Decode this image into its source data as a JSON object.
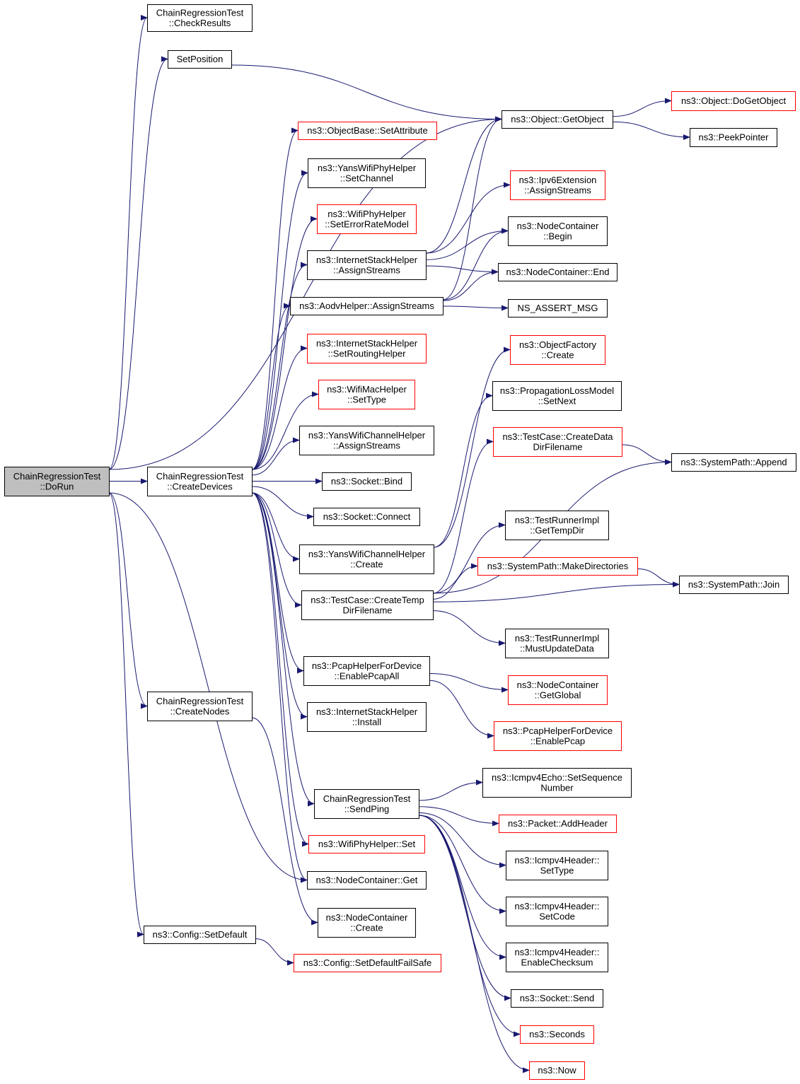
{
  "graph": {
    "edge_color": "#191970",
    "nodes": [
      {
        "id": "dorun",
        "lines": [
          "ChainRegressionTest",
          "::DoRun"
        ],
        "style": "root"
      },
      {
        "id": "checkresults",
        "lines": [
          "ChainRegressionTest",
          "::CheckResults"
        ]
      },
      {
        "id": "setposition",
        "lines": [
          "SetPosition"
        ]
      },
      {
        "id": "createdevices",
        "lines": [
          "ChainRegressionTest",
          "::CreateDevices"
        ]
      },
      {
        "id": "createnodes",
        "lines": [
          "ChainRegressionTest",
          "::CreateNodes"
        ]
      },
      {
        "id": "setdefault",
        "lines": [
          "ns3::Config::SetDefault"
        ]
      },
      {
        "id": "getobject",
        "lines": [
          "ns3::Object::GetObject"
        ]
      },
      {
        "id": "dogetobject",
        "lines": [
          "ns3::Object::DoGetObject"
        ],
        "style": "red"
      },
      {
        "id": "peekpointer",
        "lines": [
          "ns3::PeekPointer"
        ]
      },
      {
        "id": "setattribute",
        "lines": [
          "ns3::ObjectBase::SetAttribute"
        ],
        "style": "red"
      },
      {
        "id": "setchannel",
        "lines": [
          "ns3::YansWifiPhyHelper",
          "::SetChannel"
        ]
      },
      {
        "id": "seterrorratemodel",
        "lines": [
          "ns3::WifiPhyHelper",
          "::SetErrorRateModel"
        ],
        "style": "red"
      },
      {
        "id": "ish_assignstreams",
        "lines": [
          "ns3::InternetStackHelper",
          "::AssignStreams"
        ]
      },
      {
        "id": "aodv_assignstreams",
        "lines": [
          "ns3::AodvHelper::AssignStreams"
        ]
      },
      {
        "id": "setroutinghelper",
        "lines": [
          "ns3::InternetStackHelper",
          "::SetRoutingHelper"
        ],
        "style": "red"
      },
      {
        "id": "wmh_settype",
        "lines": [
          "ns3::WifiMacHelper",
          "::SetType"
        ],
        "style": "red"
      },
      {
        "id": "ywch_assignstreams",
        "lines": [
          "ns3::YansWifiChannelHelper",
          "::AssignStreams"
        ]
      },
      {
        "id": "socket_bind",
        "lines": [
          "ns3::Socket::Bind"
        ]
      },
      {
        "id": "socket_connect",
        "lines": [
          "ns3::Socket::Connect"
        ]
      },
      {
        "id": "ywch_create",
        "lines": [
          "ns3::YansWifiChannelHelper",
          "::Create"
        ]
      },
      {
        "id": "createtempdir",
        "lines": [
          "ns3::TestCase::CreateTemp",
          "DirFilename"
        ]
      },
      {
        "id": "enablepcapall",
        "lines": [
          "ns3::PcapHelperForDevice",
          "::EnablePcapAll"
        ]
      },
      {
        "id": "ish_install",
        "lines": [
          "ns3::InternetStackHelper",
          "::Install"
        ]
      },
      {
        "id": "sendping",
        "lines": [
          "ChainRegressionTest",
          "::SendPing"
        ]
      },
      {
        "id": "wph_set",
        "lines": [
          "ns3::WifiPhyHelper::Set"
        ],
        "style": "red"
      },
      {
        "id": "nc_get",
        "lines": [
          "ns3::NodeContainer::Get"
        ]
      },
      {
        "id": "nc_create",
        "lines": [
          "ns3::NodeContainer",
          "::Create"
        ]
      },
      {
        "id": "setdefaultfailsafe",
        "lines": [
          "ns3::Config::SetDefaultFailSafe"
        ],
        "style": "red"
      },
      {
        "id": "ipv6_assignstreams",
        "lines": [
          "ns3::Ipv6Extension",
          "::AssignStreams"
        ],
        "style": "red"
      },
      {
        "id": "nc_begin",
        "lines": [
          "ns3::NodeContainer",
          "::Begin"
        ]
      },
      {
        "id": "nc_end",
        "lines": [
          "ns3::NodeContainer::End"
        ]
      },
      {
        "id": "ns_assert_msg",
        "lines": [
          "NS_ASSERT_MSG"
        ]
      },
      {
        "id": "objectfactory_create",
        "lines": [
          "ns3::ObjectFactory",
          "::Create"
        ],
        "style": "red"
      },
      {
        "id": "plm_setnext",
        "lines": [
          "ns3::PropagationLossModel",
          "::SetNext"
        ]
      },
      {
        "id": "createdatadir",
        "lines": [
          "ns3::TestCase::CreateData",
          "DirFilename"
        ],
        "style": "red"
      },
      {
        "id": "sp_append",
        "lines": [
          "ns3::SystemPath::Append"
        ]
      },
      {
        "id": "gettempdir",
        "lines": [
          "ns3::TestRunnerImpl",
          "::GetTempDir"
        ]
      },
      {
        "id": "makedirectories",
        "lines": [
          "ns3::SystemPath::MakeDirectories"
        ],
        "style": "red"
      },
      {
        "id": "sp_join",
        "lines": [
          "ns3::SystemPath::Join"
        ]
      },
      {
        "id": "mustupdatedata",
        "lines": [
          "ns3::TestRunnerImpl",
          "::MustUpdateData"
        ]
      },
      {
        "id": "nc_getglobal",
        "lines": [
          "ns3::NodeContainer",
          "::GetGlobal"
        ],
        "style": "red"
      },
      {
        "id": "enablepcap",
        "lines": [
          "ns3::PcapHelperForDevice",
          "::EnablePcap"
        ],
        "style": "red"
      },
      {
        "id": "setsequencenumber",
        "lines": [
          "ns3::Icmpv4Echo::SetSequence",
          "Number"
        ]
      },
      {
        "id": "addheader",
        "lines": [
          "ns3::Packet::AddHeader"
        ],
        "style": "red"
      },
      {
        "id": "icmp_settype",
        "lines": [
          "ns3::Icmpv4Header::",
          "SetType"
        ]
      },
      {
        "id": "icmp_setcode",
        "lines": [
          "ns3::Icmpv4Header::",
          "SetCode"
        ]
      },
      {
        "id": "icmp_enablechecksum",
        "lines": [
          "ns3::Icmpv4Header::",
          "EnableChecksum"
        ]
      },
      {
        "id": "socket_send",
        "lines": [
          "ns3::Socket::Send"
        ]
      },
      {
        "id": "seconds",
        "lines": [
          "ns3::Seconds"
        ],
        "style": "red"
      },
      {
        "id": "now",
        "lines": [
          "ns3::Now"
        ],
        "style": "red"
      }
    ],
    "edges": [
      [
        "dorun",
        "checkresults"
      ],
      [
        "dorun",
        "setposition"
      ],
      [
        "dorun",
        "getobject"
      ],
      [
        "dorun",
        "createdevices"
      ],
      [
        "dorun",
        "createnodes"
      ],
      [
        "dorun",
        "setdefault"
      ],
      [
        "dorun",
        "nc_get"
      ],
      [
        "setposition",
        "getobject"
      ],
      [
        "getobject",
        "dogetobject"
      ],
      [
        "getobject",
        "peekpointer"
      ],
      [
        "createdevices",
        "setattribute"
      ],
      [
        "createdevices",
        "setchannel"
      ],
      [
        "createdevices",
        "seterrorratemodel"
      ],
      [
        "createdevices",
        "ish_assignstreams"
      ],
      [
        "createdevices",
        "aodv_assignstreams"
      ],
      [
        "createdevices",
        "setroutinghelper"
      ],
      [
        "createdevices",
        "wmh_settype"
      ],
      [
        "createdevices",
        "ywch_assignstreams"
      ],
      [
        "createdevices",
        "socket_bind"
      ],
      [
        "createdevices",
        "socket_connect"
      ],
      [
        "createdevices",
        "ywch_create"
      ],
      [
        "createdevices",
        "createtempdir"
      ],
      [
        "createdevices",
        "enablepcapall"
      ],
      [
        "createdevices",
        "ish_install"
      ],
      [
        "createdevices",
        "sendping"
      ],
      [
        "createdevices",
        "wph_set"
      ],
      [
        "createdevices",
        "nc_get"
      ],
      [
        "createnodes",
        "nc_create"
      ],
      [
        "setdefault",
        "setdefaultfailsafe"
      ],
      [
        "ish_assignstreams",
        "getobject"
      ],
      [
        "ish_assignstreams",
        "ipv6_assignstreams"
      ],
      [
        "ish_assignstreams",
        "nc_begin"
      ],
      [
        "ish_assignstreams",
        "nc_end"
      ],
      [
        "aodv_assignstreams",
        "getobject"
      ],
      [
        "aodv_assignstreams",
        "nc_begin"
      ],
      [
        "aodv_assignstreams",
        "nc_end"
      ],
      [
        "aodv_assignstreams",
        "ns_assert_msg"
      ],
      [
        "ywch_create",
        "objectfactory_create"
      ],
      [
        "ywch_create",
        "plm_setnext"
      ],
      [
        "createtempdir",
        "createdatadir"
      ],
      [
        "createtempdir",
        "sp_append"
      ],
      [
        "createtempdir",
        "gettempdir"
      ],
      [
        "createtempdir",
        "makedirectories"
      ],
      [
        "createtempdir",
        "sp_join"
      ],
      [
        "createtempdir",
        "mustupdatedata"
      ],
      [
        "createdatadir",
        "sp_append"
      ],
      [
        "makedirectories",
        "sp_join"
      ],
      [
        "enablepcapall",
        "nc_getglobal"
      ],
      [
        "enablepcapall",
        "enablepcap"
      ],
      [
        "sendping",
        "setsequencenumber"
      ],
      [
        "sendping",
        "addheader"
      ],
      [
        "sendping",
        "icmp_settype"
      ],
      [
        "sendping",
        "icmp_setcode"
      ],
      [
        "sendping",
        "icmp_enablechecksum"
      ],
      [
        "sendping",
        "socket_send"
      ],
      [
        "sendping",
        "seconds"
      ],
      [
        "sendping",
        "now"
      ]
    ]
  }
}
